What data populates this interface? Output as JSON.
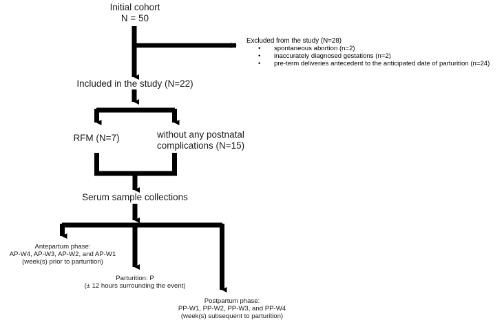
{
  "diagram": {
    "title": "Study participant flow and serum sample collection timeline",
    "stroke_color": "#000000",
    "text_color": "#1a1a1a",
    "background": "#ffffff"
  },
  "nodes": {
    "initial_cohort": {
      "line1": "Initial cohort",
      "line2": "N = 50"
    },
    "excluded": {
      "title": "Excluded from the study (N=28)",
      "bullet": "•",
      "items": [
        "spontaneous abortion (n=2)",
        "inaccurately diagnosed gestations (n=2)",
        "pre-term deliveries antecedent to the anticipated date of parturition (n=24)"
      ]
    },
    "included": {
      "label": "Included in the study (N=22)"
    },
    "rfm": {
      "label": "RFM (N=7)"
    },
    "no_complications": {
      "line1": "without any postnatal",
      "line2": "complications (N=15)"
    },
    "serum": {
      "label": "Serum sample collections"
    },
    "antepartum": {
      "line1": "Antepartum phase:",
      "line2": "AP-W4, AP-W3, AP-W2, and AP-W1",
      "line3": "(week(s) prior to parturition)"
    },
    "parturition": {
      "line1": "Parturition: P",
      "line2": "(± 12 hours surrounding the event)"
    },
    "postpartum": {
      "line1": "Postpartum phase:",
      "line2": "PP-W1, PP-W2, PP-W3, and PP-W4",
      "line3": "(week(s) subsequent to parturition)"
    }
  }
}
